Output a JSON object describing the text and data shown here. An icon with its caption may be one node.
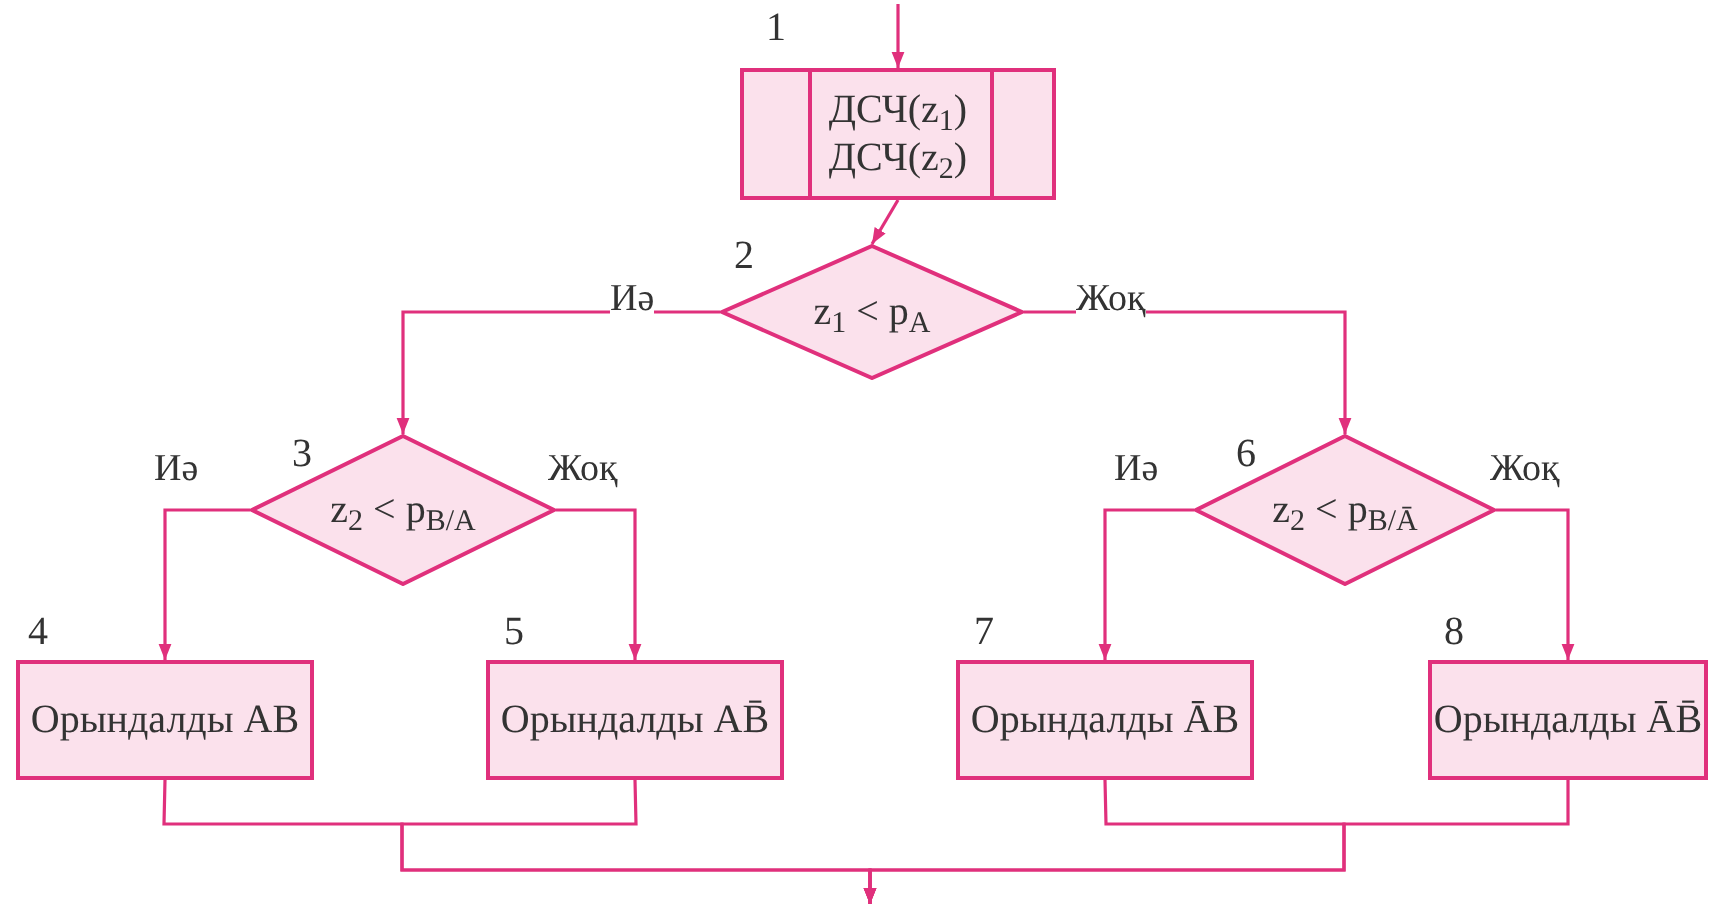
{
  "diagram": {
    "nodes": [
      {
        "text": [
          "ДСЧ(z$_{1}$) ДСЧ(z$_{2}$)"
        ],
        "beside": [
          "1"
        ]
      },
      {
        "text": [
          "z$_{1}$ < p$_{A}$"
        ],
        "beside": [
          "2"
        ]
      },
      {
        "text": [
          "z$_{2}$ < p$_{B/A}$"
        ],
        "beside": [
          "3"
        ]
      },
      {
        "text": [
          "Орындалды AB"
        ],
        "beside": [
          "4"
        ]
      },
      {
        "text": [
          "Орындалды AB̄"
        ],
        "beside": [
          "5"
        ]
      },
      {
        "text": [
          "z$_{2}$ < p$_{B/Ā}$"
        ],
        "beside": [
          "6"
        ]
      },
      {
        "text": [
          "Орындалды ĀB"
        ],
        "beside": [
          "7"
        ]
      },
      {
        "text": [
          "Орындалды ĀB̄"
        ],
        "beside": [
          "8"
        ]
      }
    ],
    "edges": [
      {
        "from": null,
        "to": 0,
        "arrow": "to"
      },
      {
        "from": 0,
        "to": 1,
        "arrow": "to"
      },
      {
        "from": 1,
        "to": 2,
        "arrow": "to",
        "label": "Иә"
      },
      {
        "from": 1,
        "to": 5,
        "arrow": "to",
        "label": "Жоқ"
      },
      {
        "from": 2,
        "to": 3,
        "arrow": "to",
        "label": "Иә"
      },
      {
        "from": 2,
        "to": 4,
        "arrow": "to",
        "label": "Жоқ"
      },
      {
        "from": 5,
        "to": 6,
        "arrow": "to",
        "label": "Иә"
      },
      {
        "from": 5,
        "to": 7,
        "arrow": "to",
        "label": "Жоқ"
      },
      {
        "from": 3,
        "to": null,
        "arrow": "to"
      },
      {
        "from": 4,
        "to": null,
        "arrow": "to"
      },
      {
        "from": 6,
        "to": null,
        "arrow": "to"
      },
      {
        "from": 7,
        "to": null,
        "arrow": "to"
      }
    ]
  }
}
